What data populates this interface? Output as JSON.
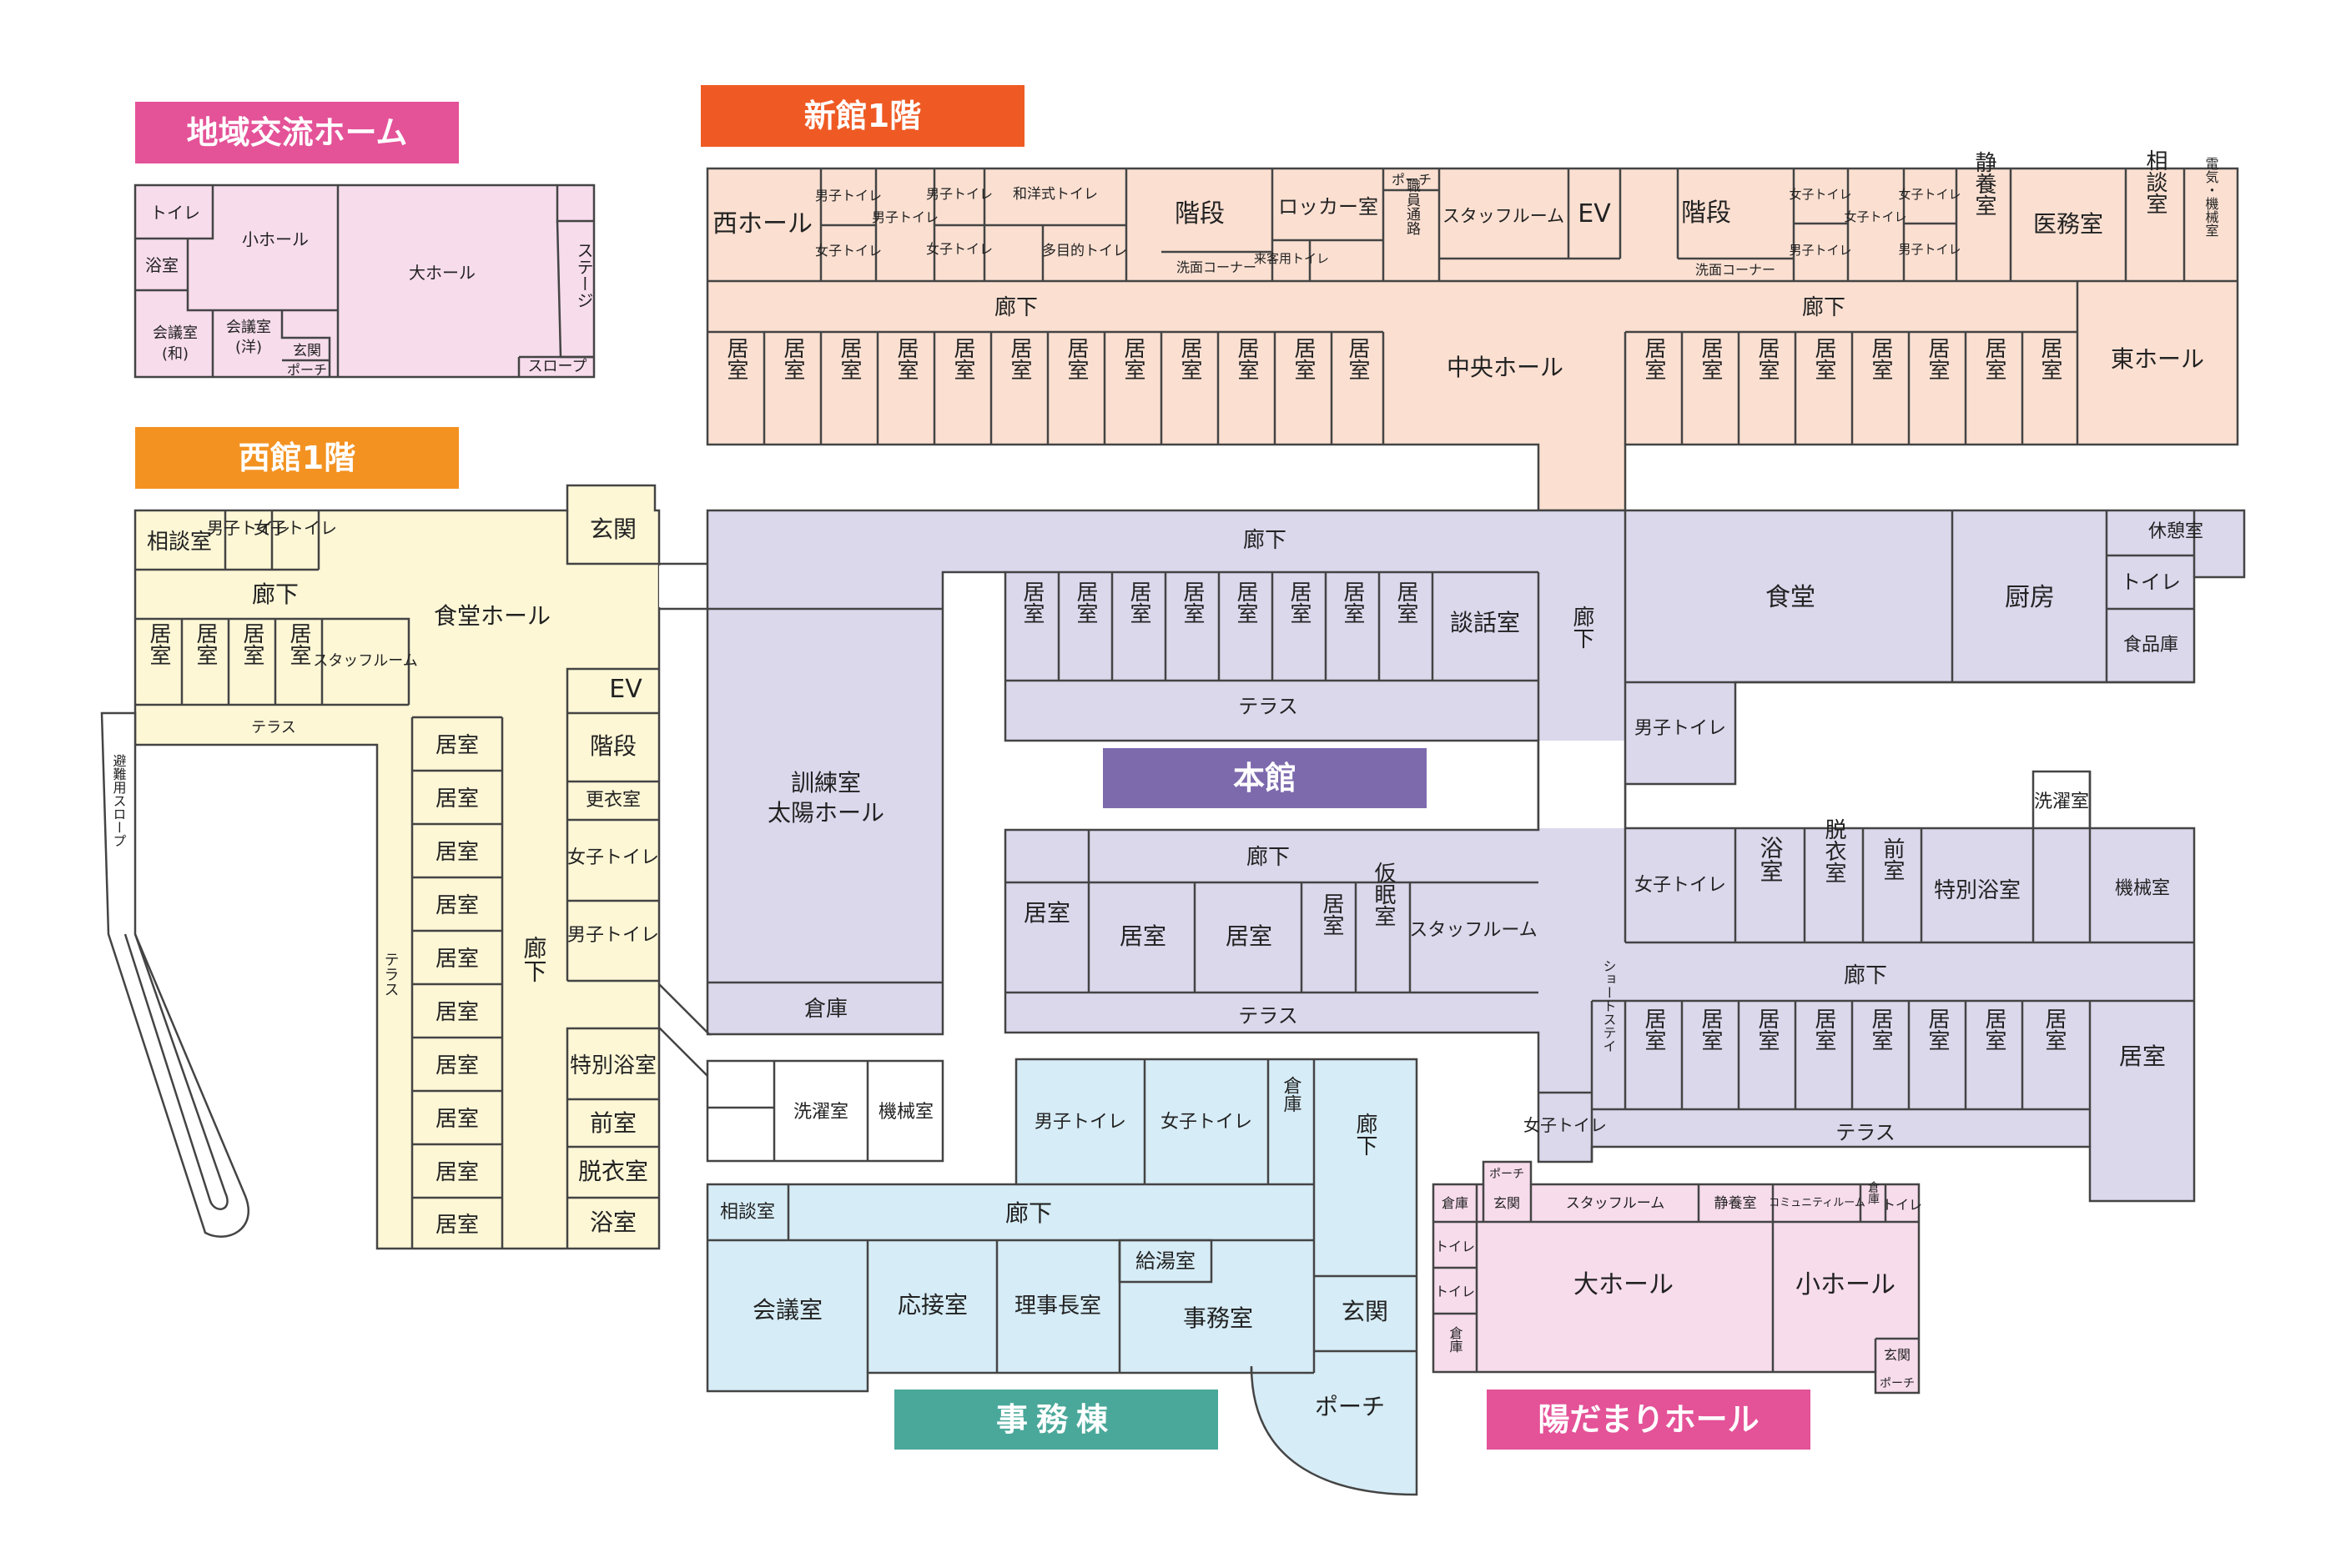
{
  "colors": {
    "community_fill": "#f7dcec",
    "community_banner": "#e45298",
    "shinkan_fill": "#fbe0d2",
    "shinkan_banner": "#ef5a24",
    "seikan_fill": "#fdf7d6",
    "seikan_banner": "#f39221",
    "honkan_fill": "#dbd8ec",
    "honkan_banner": "#7d6aad",
    "jimu_fill": "#d6ecf6",
    "jimu_banner": "#4aa89a",
    "hidamari_fill": "#f7dcec",
    "hidamari_banner": "#e45298"
  },
  "banners": {
    "community": "地域交流ホーム",
    "shinkan": "新館1階",
    "seikan": "西館1階",
    "honkan": "本館",
    "jimu": "事務棟",
    "hidamari": "陽だまりホール"
  },
  "rooms": {
    "c_toilet": "トイレ",
    "c_small_hall": "小ホール",
    "c_bath": "浴室",
    "c_meeting_jp": "会議室",
    "c_meeting_jp_sub": "(和)",
    "c_meeting_west": "会議室",
    "c_meeting_west_sub": "(洋)",
    "c_entrance": "玄関",
    "c_porch": "ポーチ",
    "c_big_hall": "大ホール",
    "c_stage": "ステージ",
    "c_slope": "スロープ",
    "s_west_hall": "西ホール",
    "s_male_wc1": "男子トイレ",
    "s_female_wc1": "女子トイレ",
    "s_male_wc2": "男子トイレ",
    "s_male_wc3": "男子トイレ",
    "s_female_wc3": "女子トイレ",
    "s_mixed_wc": "和洋式トイレ",
    "s_multi_wc": "多目的トイレ",
    "s_stairs1": "階段",
    "s_wash1": "洗面コーナー",
    "s_locker": "ロッカー室",
    "s_guest_wc": "来客用トイレ",
    "s_porch": "ポーチ",
    "s_staff_path": "職員通路",
    "s_staff_room": "スタッフルーム",
    "s_ev": "EV",
    "s_stairs2": "階段",
    "s_wash2": "洗面コーナー",
    "s_female_wc4": "女子トイレ",
    "s_male_wc4": "男子トイレ",
    "s_female_wc5": "女子トイレ",
    "s_female_wc6": "女子トイレ",
    "s_male_wc6": "男子トイレ",
    "s_rest": "静養室",
    "s_medical": "医務室",
    "s_consult": "相談室",
    "s_machine": "電気・機械室",
    "s_corridor1": "廊下",
    "s_corridor2": "廊下",
    "s_central_hall": "中央ホール",
    "s_east_hall": "東ホール",
    "living": "居室",
    "w_consult": "相談室",
    "w_male_wc": "男子トイレ",
    "w_female_wc": "女子トイレ",
    "w_corridor": "廊下",
    "w_dining": "食堂ホール",
    "w_entrance": "玄関",
    "w_staff": "スタッフルーム",
    "w_ev": "EV",
    "w_terrace1": "テラス",
    "w_terrace2": "テラス",
    "w_stairs": "階段",
    "w_changing": "更衣室",
    "w_female_wc2": "女子トイレ",
    "w_male_wc2": "男子トイレ",
    "w_corridor2": "廊下",
    "w_special_bath": "特別浴室",
    "w_front": "前室",
    "w_dressing": "脱衣室",
    "w_bath": "浴室",
    "w_slope": "避難用スロープ",
    "h_corridor1": "廊下",
    "h_talk": "談話室",
    "h_terrace1": "テラス",
    "h_training": "訓練室",
    "h_training2": "太陽ホール",
    "h_storage": "倉庫",
    "h_corridor2": "廊下",
    "h_nap": "仮眠室",
    "h_staff": "スタッフルーム",
    "h_terrace2": "テラス",
    "h_laundry": "洗濯室",
    "h_machine": "機械室",
    "h_corridor3": "廊下",
    "h_dining": "食堂",
    "h_kitchen": "厨房",
    "h_break": "休憩室",
    "h_toilet": "トイレ",
    "h_food_store": "食品庫",
    "h_male_wc": "男子トイレ",
    "h_laundry2": "洗濯室",
    "h_female_wc": "女子トイレ",
    "h_bath": "浴室",
    "h_dressing": "脱衣室",
    "h_front": "前室",
    "h_special_bath": "特別浴室",
    "h_machine2": "機械室",
    "h_corridor4": "廊下",
    "h_short_stay": "ショートステイ",
    "h_terrace3": "テラス",
    "h_female_wc2": "女子トイレ",
    "j_male_wc": "男子トイレ",
    "j_female_wc": "女子トイレ",
    "j_storage": "倉庫",
    "j_corridor_v": "廊下",
    "j_consult": "相談室",
    "j_corridor": "廊下",
    "j_kitchenette": "給湯室",
    "j_meeting": "会議室",
    "j_reception": "応接室",
    "j_director": "理事長室",
    "j_office": "事務室",
    "j_entrance": "玄関",
    "j_porch": "ポーチ",
    "d_porch": "ポーチ",
    "d_storage1": "倉庫",
    "d_entrance1": "玄関",
    "d_staff": "スタッフルーム",
    "d_rest": "静養室",
    "d_community": "コミュニティルーム",
    "d_storage2": "倉庫",
    "d_toilet1": "トイレ",
    "d_toilet2": "トイレ",
    "d_toilet3": "トイレ",
    "d_storage3": "倉庫",
    "d_big_hall": "大ホール",
    "d_small_hall": "小ホール",
    "d_entrance2": "玄関",
    "d_porch2": "ポーチ"
  }
}
